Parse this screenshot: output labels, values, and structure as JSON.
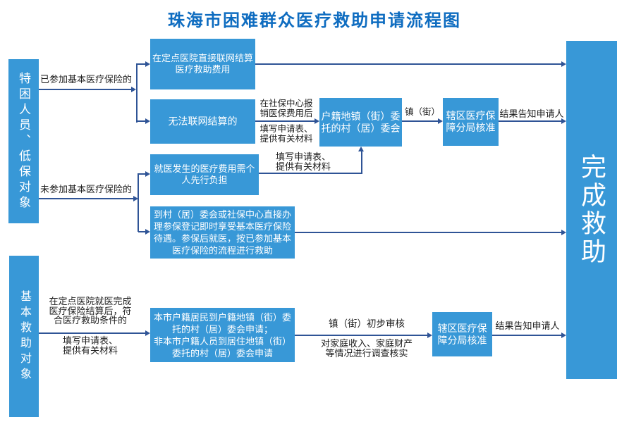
{
  "page": {
    "title": "珠海市困难群众医疗救助申请流程图"
  },
  "palette": {
    "title_color": "#0E6CC0",
    "box_fill": "#3898D7",
    "box_text": "#FFFFFF",
    "line_color": "#2F5496",
    "label_color": "#1C1C1C",
    "background": "#FFFFFF"
  },
  "lanes": {
    "special": {
      "text": "特困人员、低保对象"
    },
    "basic": {
      "text": "基本救助对象"
    }
  },
  "boxes": {
    "online": {
      "text": "在定点医院直接联网结算\n医疗救助费用"
    },
    "offline": {
      "text": "无法联网结算的"
    },
    "village_top": {
      "text": "户籍地镇（街）委\n托的村（居）委会"
    },
    "bureau_top": {
      "text": "辖区医疗保\n障分局核准"
    },
    "selfpay": {
      "text": "就医发生的医疗费用需个\n人先行负担"
    },
    "register": {
      "text": "到村（居）委会或社保中心直接办\n理参保登记即时享受基本医疗保险\n待遇。参保后就医，按已参加基本\n医疗保险的流程进行救助"
    },
    "apply": {
      "text": "本市户籍居民到户籍地镇（街）委\n托的村（居）委会申请；\n非本市户籍人员到居住地镇（街）\n委托的村（居）委会申请"
    },
    "bureau_bottom": {
      "text": "辖区医疗保\n障分局核准"
    },
    "complete": {
      "text": "完成救助"
    }
  },
  "labels": {
    "insured": "已参加基本医疗保险的",
    "uninsured": "未参加基本医疗保险的",
    "ssc_reimburse": "在社保中心报\n销医保费用后",
    "form_top": "填写申请表、\n提供有关材料",
    "form_selfpay": "填写申请表、\n提供有关材料",
    "town_street": "镇（街）",
    "result_top": "结果告知申请人",
    "hospital_settle": "在定点医院就医完成\n医疗保险结算后，符\n合医疗救助条件的",
    "form_bottom": "填写申请表、\n提供有关材料",
    "town_review": "镇（街）初步审核",
    "investigate": "对家庭收入、家庭财产\n等情况进行调查核实",
    "result_bottom": "结果告知申请人"
  }
}
